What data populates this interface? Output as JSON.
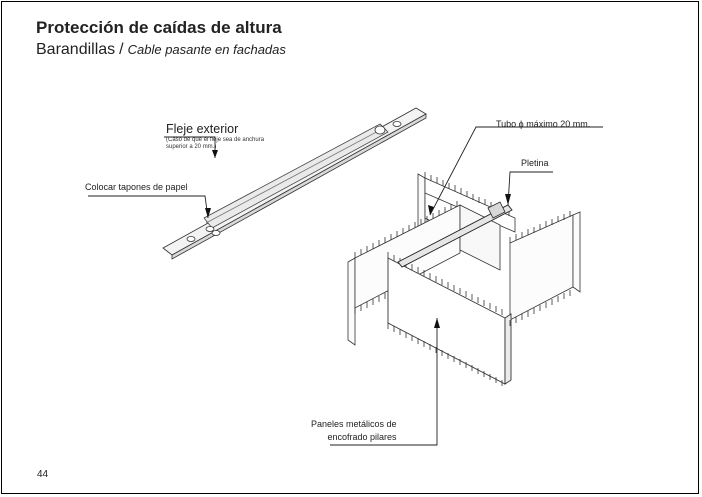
{
  "header": {
    "title": "Protección de caídas de altura",
    "subtitle_main": "Barandillas",
    "subtitle_sep": "/",
    "subtitle_italic": "Cable pasante en fachadas"
  },
  "labels": {
    "fleje_exterior": "Fleje exterior",
    "fleje_note_1": "(Caso de que el fleje sea de anchura",
    "fleje_note_2": "superior a 20 mm.)",
    "tapones": "Colocar tapones de papel",
    "tubo": "Tubo ϕ máximo 20 mm.",
    "pletina": "Pletina",
    "paneles_1": "Paneles metálicos de",
    "paneles_2": "encofrado pilares"
  },
  "page_number": "44"
}
